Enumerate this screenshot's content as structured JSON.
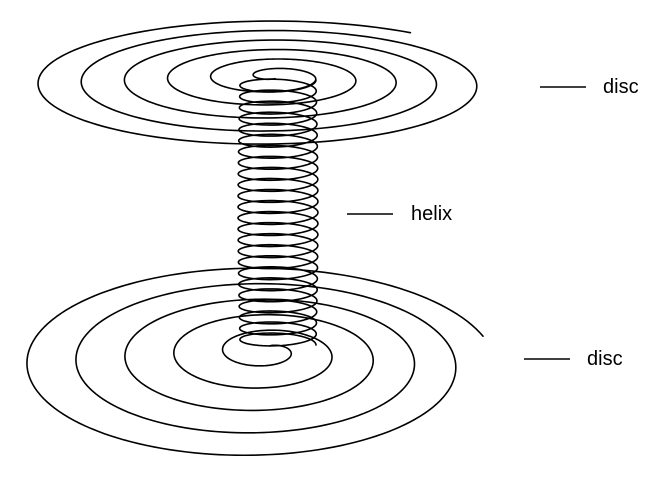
{
  "diagram": {
    "labels": {
      "top_disc": "disc",
      "helix": "helix",
      "bottom_disc": "disc"
    },
    "colors": {
      "stroke": "#000000",
      "background": "#ffffff"
    }
  }
}
